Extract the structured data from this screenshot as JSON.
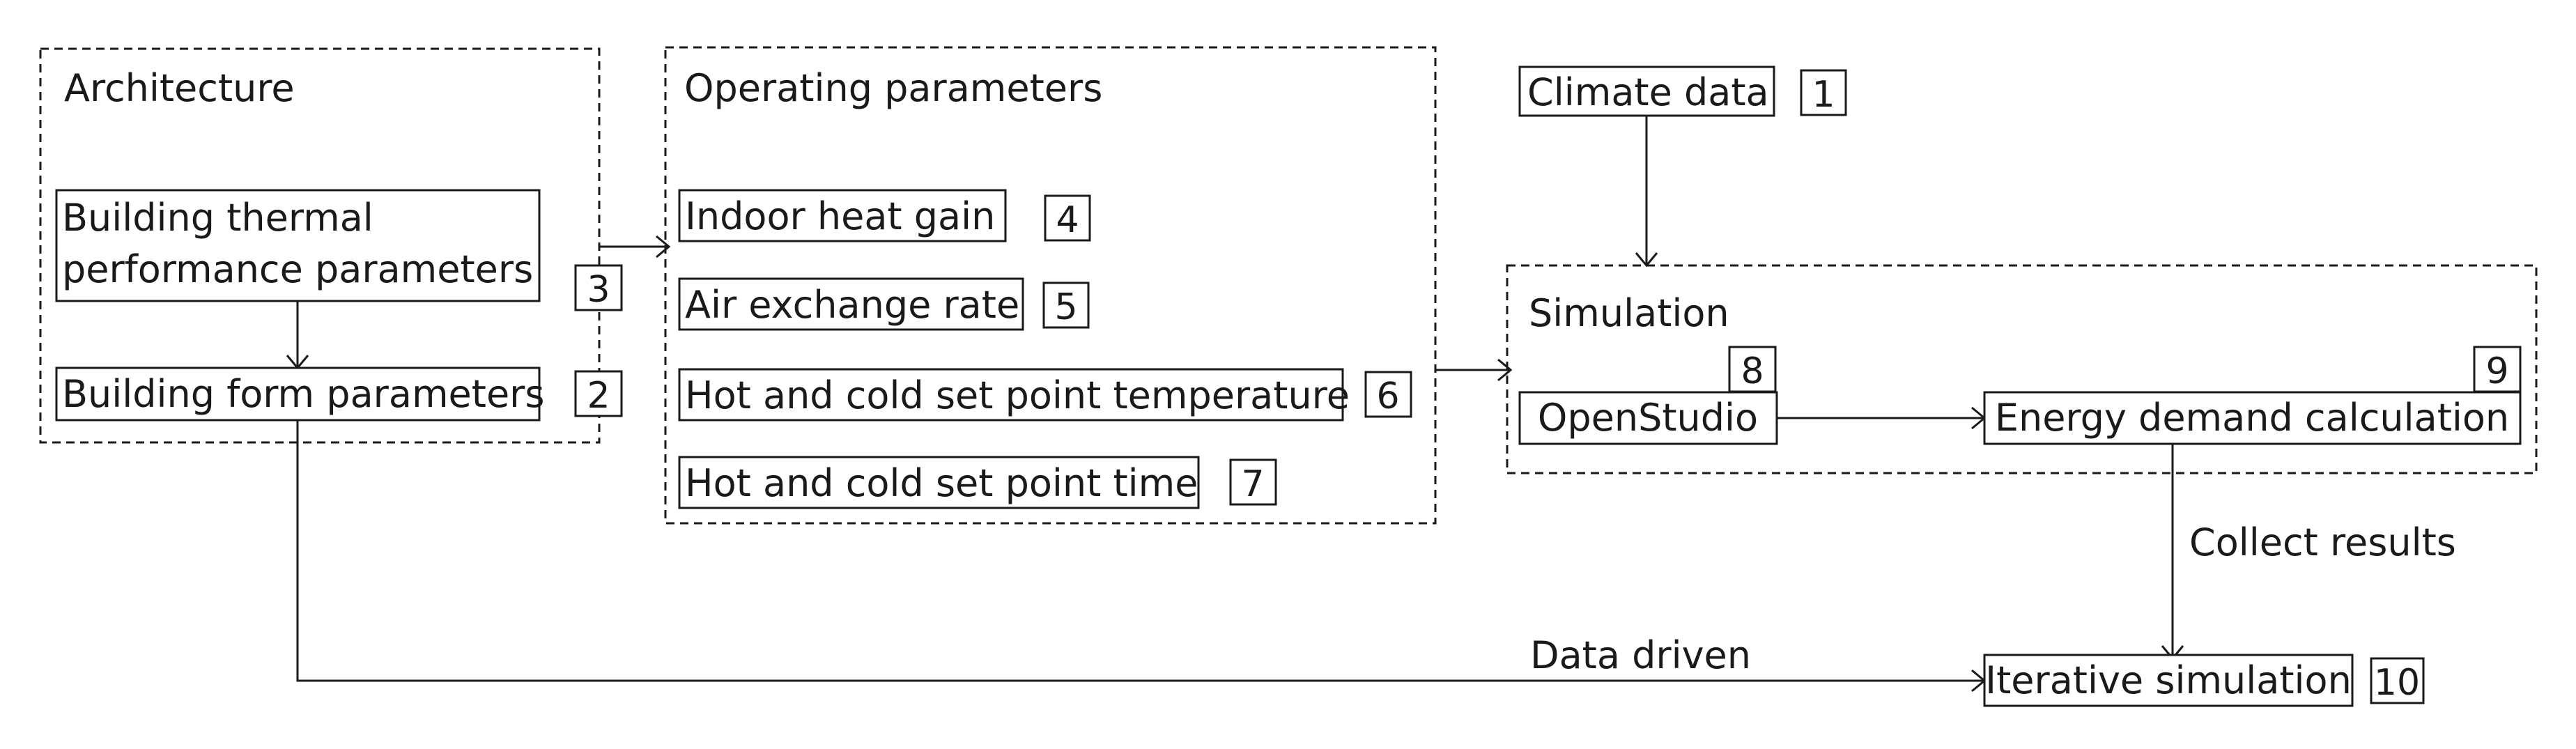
{
  "groups": {
    "architecture": "Architecture",
    "operating": "Operating parameters",
    "simulation": "Simulation"
  },
  "nodes": {
    "thermal_line1": "Building thermal",
    "thermal_line2": "performance parameters",
    "form": "Building form parameters",
    "indoor_heat": "Indoor heat gain",
    "air_exchange": "Air exchange rate",
    "set_point_temp": "Hot and cold set point temperature",
    "set_point_time": "Hot and cold set point time",
    "climate": "Climate data",
    "openstudio": "OpenStudio",
    "energy": "Energy demand calculation",
    "iterative": "Iterative simulation"
  },
  "step_numbers": {
    "climate": "1",
    "form": "2",
    "architecture": "3",
    "indoor_heat": "4",
    "air_exchange": "5",
    "set_point_temp": "6",
    "set_point_time": "7",
    "openstudio": "8",
    "energy": "9",
    "iterative": "10"
  },
  "edge_labels": {
    "collect": "Collect results",
    "data_driven": "Data driven"
  }
}
